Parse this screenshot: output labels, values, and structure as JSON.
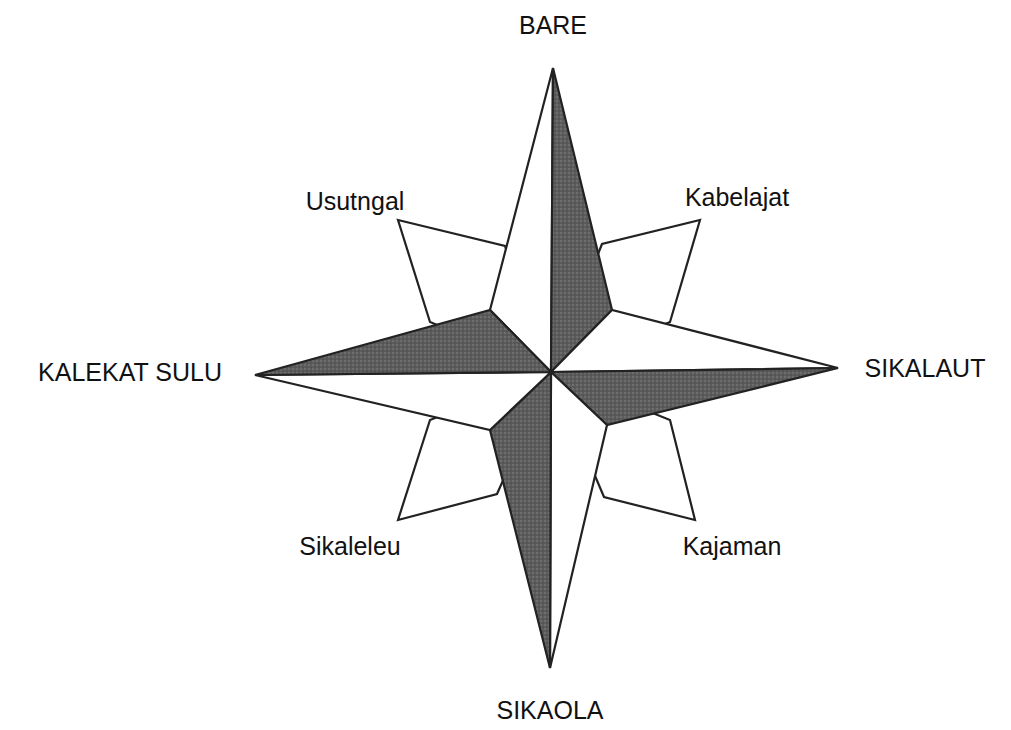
{
  "diagram": {
    "labels": [
      "BARE",
      "Usutngal",
      "Kabelajat",
      "KALEKAT SULU",
      "SIKALAUT",
      "Sikaleleu",
      "Kajaman",
      "SIKAOLA"
    ]
  }
}
